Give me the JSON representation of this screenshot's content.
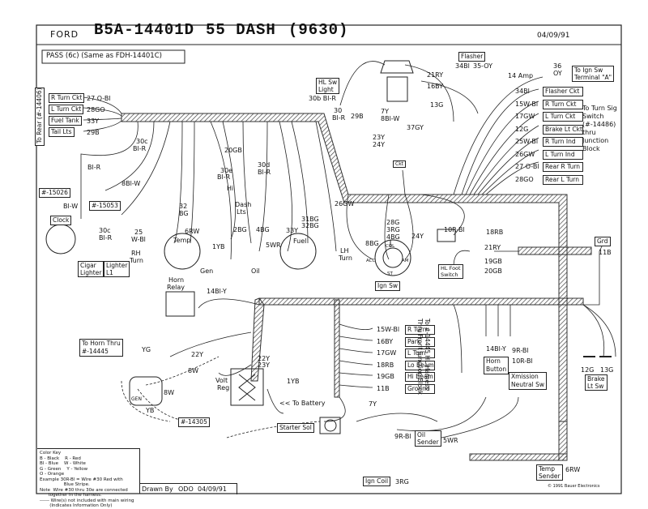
{
  "title_block": {
    "ford": "FORD",
    "part_no": "B5A-14401D",
    "title": "55 DASH",
    "code": "(9630)",
    "date": "04/09/91",
    "pass": "PASS (6c) (Same as FDH-14401C)"
  },
  "left": {
    "to_rear": "To Rear (#-14406)",
    "r_turn": "R Turn Ckt",
    "r_turn_w": "27 O-Bl",
    "l_turn": "L Turn Ckt",
    "l_turn_w": "28GO",
    "fuel": "Fuel Tank",
    "fuel_w": "33Y",
    "tail": "Tail Lts",
    "tail_w": "29B",
    "w30c": "30c",
    "w30c2": "Bl-R",
    "bl_r": "Bl-R",
    "w8bl_w": "8Bl-W",
    "p15026": "#-15026",
    "bl_w": "Bl-W",
    "p15053": "#-15053",
    "clock": "Clock",
    "w30c3": "30c",
    "w30c4": "Bl-R",
    "w25": "25",
    "w25b": "W-Bl",
    "cigar": "Cigar",
    "lighter": "Lighter",
    "lighter2": "Lighter",
    "lighter3": "L1",
    "rh_turn": "RH",
    "rh_turn2": "Turn",
    "temp": "Temp",
    "w32": "32",
    "w32b": "BG",
    "w6rw": "6RW",
    "gen": "Gen",
    "w1yb": "1YB",
    "w20gb": "20GB",
    "w30e": "30e",
    "w30e2": "Bl-R",
    "hi": "Hi",
    "dash": "Dash",
    "lts": "Lts",
    "w2bg": "2BG",
    "oil": "Oil",
    "w4bg": "4BG",
    "w5wr": "5WR",
    "w30d": "30d",
    "w30d2": "Bl-R",
    "w31bg": "31BG",
    "w32bg": "32BG",
    "w33y": "33Y",
    "fuel2": "Fuel",
    "lh": "LH",
    "turn": "Turn",
    "horn_relay": "Horn",
    "horn_relay2": "Relay",
    "w14bl_y": "14Bl-Y",
    "to_horn": "To Horn Thru",
    "to_horn2": "#-14445",
    "yg": "YG",
    "w22y": "22Y",
    "w8w": "8W",
    "w8w2": "8W",
    "gen2": "GEN",
    "yb": "YB",
    "p14305": "#-14305",
    "volt": "Volt",
    "reg": "Reg",
    "w22y2": "22Y",
    "w23y": "23Y",
    "w1yb2": "1YB"
  },
  "center": {
    "hl_sw": "HL Sw",
    "light": "Light",
    "w30b": "30b Bl-R",
    "w30": "30",
    "w30bl": "Bl-R",
    "w29b": "29B",
    "w7y": "7Y",
    "w8bl_w": "8Bl-W",
    "w23y": "23Y",
    "w24y": "24Y",
    "w37gy": "37GY",
    "w21ry": "21RY",
    "w16by": "16BY",
    "w13g": "13G",
    "flasher": "Flasher",
    "w34bl": "34Bl",
    "w35oy": "35-OY",
    "ckt": "Ckt",
    "w26gw": "26GW",
    "w28g": "28G",
    "w3rg": "3RG",
    "w4bg": "4BG",
    "w8bg": "8BG",
    "w24y2": "24Y",
    "w10rbl": "10R-Bl",
    "col": "COL",
    "acc": "ACC",
    "am": "AM",
    "st": "ST",
    "ign_sw": "Ign Sw",
    "w18rb": "18RB",
    "w21ry2": "21RY",
    "w19gb": "19GB",
    "w20gb": "20GB",
    "hl_foot": "HL Foot",
    "switch": "Switch"
  },
  "right": {
    "amp": "14 Amp",
    "w36": "36",
    "w36oy": "OY",
    "to_ign": "To Ign Sw",
    "terminal": "Terminal \"A\"",
    "tsig": [
      "To Turn Sig",
      "Switch",
      "(#-14486)",
      "thru",
      "Junction",
      "Block"
    ],
    "rows": [
      {
        "w": "34Bl",
        "l": "Flasher Ckt"
      },
      {
        "w": "15W-Bl",
        "l": "R Turn Ckt"
      },
      {
        "w": "17GW",
        "l": "L Turn Ckt"
      },
      {
        "w": "12G",
        "l": "Brake Lt Ckt"
      },
      {
        "w": "25W-Bl",
        "l": "R Turn Ind"
      },
      {
        "w": "26GW",
        "l": "L Turn Ind"
      },
      {
        "w": "27 O-Bl",
        "l": "Rear R Turn"
      },
      {
        "w": "28GO",
        "l": "Rear L Turn"
      }
    ],
    "grd": "Grd",
    "w11b": "11B",
    "w12g": "12G",
    "w13g": "13G",
    "brake": "Brake",
    "lt_sw": "Lt Sw",
    "xmission": "Xmission",
    "neutral": "Neutral Sw",
    "horn_btn": "Horn",
    "button": "Button",
    "w14bl_y": "14Bl-Y",
    "w9r_bl": "9R-Bl",
    "w10r_bl": "10R-Bl"
  },
  "junction": {
    "rows": [
      {
        "w": "15W-Bl",
        "l": "R Turn"
      },
      {
        "w": "16BY",
        "l": "Park"
      },
      {
        "w": "17GW",
        "l": "L Turn"
      },
      {
        "w": "18RB",
        "l": "Lo Beam"
      },
      {
        "w": "19GB",
        "l": "Hi Beam"
      },
      {
        "w": "11B",
        "l": "Ground"
      }
    ],
    "to": "To #-14445 HL Harness",
    "thru": "Thru Front Junction Block"
  },
  "bottom": {
    "to_battery": "<< To Battery",
    "w7y": "7Y",
    "starter": "Starter Sol",
    "w9r_bl": "9R-Bl",
    "oil_sender": "Oil",
    "sender": "Sender",
    "w5wr": "5WR",
    "ign_coil": "Ign Coil",
    "w3rg": "3RG",
    "temp": "Temp",
    "sender2": "Sender",
    "w6rw": "6RW",
    "drawn": "Drawn By",
    "drawn_by": "ODO",
    "drawn_date": "04/09/91",
    "copyright": "© 1991 Bauer Electronics",
    "key": "Color Key\nB - Black    R - Red\nBl - Blue    W - White\nG - Green    Y - Yellow\nO - Orange\nExample 30R-Bl = Wire #30 Red with\n                 Blue Stripe.\nNote  Wire #30 thru 30e are connected\n      together in the harness.\n------ Wire(s) not included with main wiring\n       (Indicates Information Only)"
  }
}
